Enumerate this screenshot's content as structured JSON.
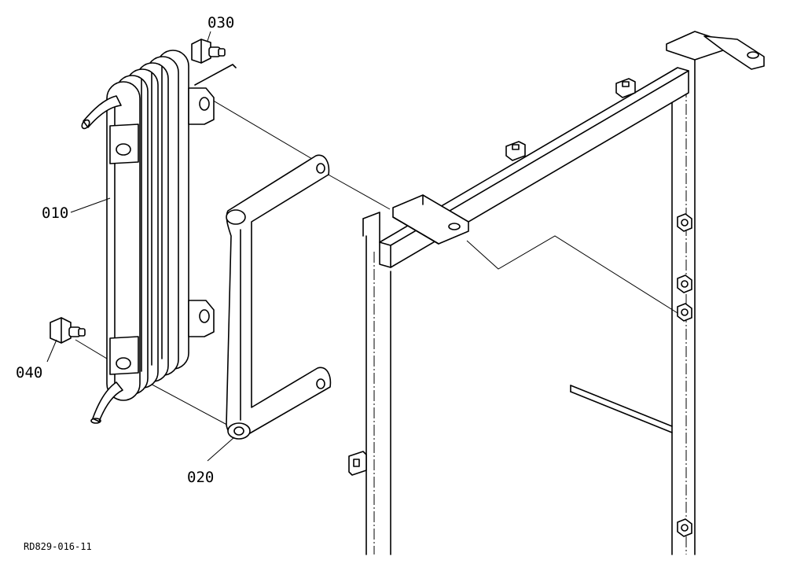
{
  "callouts": [
    {
      "id": "010",
      "label": "010"
    },
    {
      "id": "020",
      "label": "020"
    },
    {
      "id": "030",
      "label": "030"
    },
    {
      "id": "040",
      "label": "040"
    }
  ],
  "drawing_ref": "RD829-016-11"
}
